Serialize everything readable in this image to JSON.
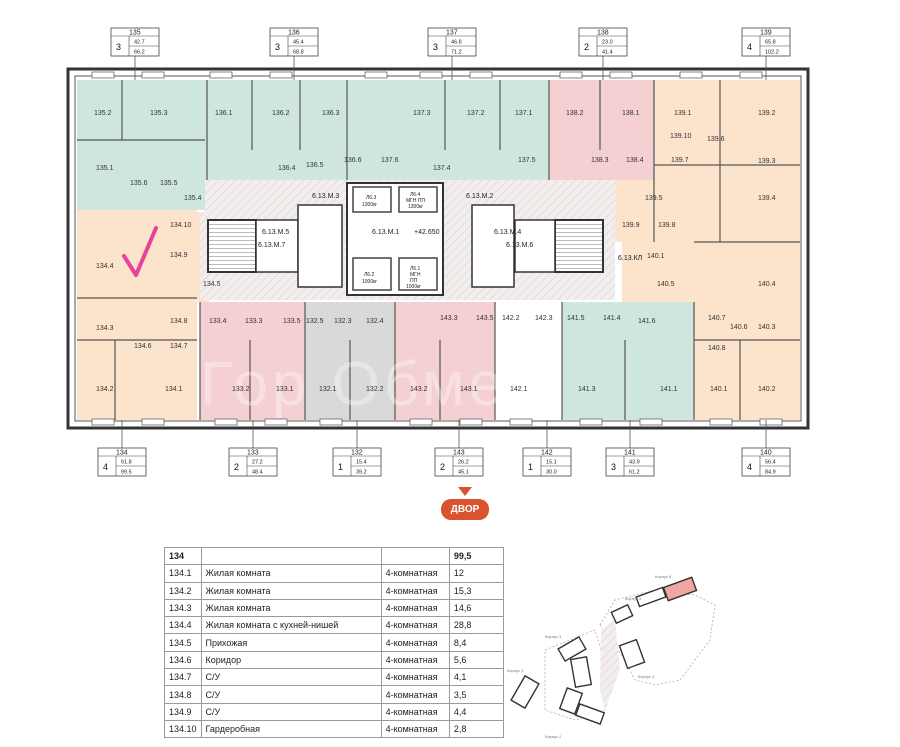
{
  "apartments_top": [
    {
      "id": "135",
      "rooms": "3",
      "living": "42.7",
      "total": "66.2"
    },
    {
      "id": "136",
      "rooms": "3",
      "living": "45.4",
      "total": "68.8"
    },
    {
      "id": "137",
      "rooms": "3",
      "living": "46.8",
      "total": "71.2"
    },
    {
      "id": "138",
      "rooms": "2",
      "living": "23.0",
      "total": "41.4"
    },
    {
      "id": "139",
      "rooms": "4",
      "living": "65.8",
      "total": "102.2"
    }
  ],
  "apartments_bottom": [
    {
      "id": "134",
      "rooms": "4",
      "living": "61.8",
      "total": "99.5"
    },
    {
      "id": "133",
      "rooms": "2",
      "living": "27.2",
      "total": "48.4"
    },
    {
      "id": "132",
      "rooms": "1",
      "living": "15.4",
      "total": "39.2"
    },
    {
      "id": "143",
      "rooms": "2",
      "living": "26.2",
      "total": "45.1"
    },
    {
      "id": "142",
      "rooms": "1",
      "living": "15.1",
      "total": "30.0"
    },
    {
      "id": "141",
      "rooms": "3",
      "living": "43.9",
      "total": "61.2"
    },
    {
      "id": "140",
      "rooms": "4",
      "living": "56.4",
      "total": "84.9"
    }
  ],
  "room_labels": {
    "r135_2": "135.2",
    "r135_3": "135.3",
    "r135_1": "135.1",
    "r135_6": "135.6",
    "r135_5": "135.5",
    "r135_4": "135.4",
    "r136_1": "136.1",
    "r136_2": "136.2",
    "r136_3": "136.3",
    "r136_4": "136.4",
    "r136_6": "136.6",
    "r136_5": "136.5",
    "r137_3": "137.3",
    "r137_2": "137.2",
    "r137_1": "137.1",
    "r137_6": "137.6",
    "r137_4": "137.4",
    "r137_5": "137.5",
    "r138_2": "138.2",
    "r138_1": "138.1",
    "r138_3": "138.3",
    "r138_4": "138.4",
    "r139_1": "139.1",
    "r139_2": "139.2",
    "r139_10": "139.10",
    "r139_6": "139.6",
    "r139_7": "139.7",
    "r139_3": "139.3",
    "r139_5": "139.5",
    "r139_4": "139.4",
    "r139_9": "139.9",
    "r139_8": "139.8",
    "r134_10": "134.10",
    "r134_4": "134.4",
    "r134_9": "134.9",
    "r134_5": "134.5",
    "r134_3": "134.3",
    "r134_8": "134.8",
    "r134_6": "134.6",
    "r134_7": "134.7",
    "r134_2": "134.2",
    "r134_1": "134.1",
    "r133_4": "133.4",
    "r133_3": "133.3",
    "r133_5": "133.5",
    "r133_2": "133.2",
    "r133_1": "133.1",
    "r132_5": "132.5",
    "r132_3": "132.3",
    "r132_4": "132.4",
    "r132_1": "132.1",
    "r132_2": "132.2",
    "r143_3": "143.3",
    "r143_5": "143.5",
    "r143_2": "143.2",
    "r143_1": "143.1",
    "r142_2": "142.2",
    "r142_3": "142.3",
    "r142_1": "142.1",
    "r141_5": "141.5",
    "r141_4": "141.4",
    "r141_6": "141.6",
    "r141_3": "141.3",
    "r141_1": "141.1",
    "r140_1b": "140.1",
    "r140_5": "140.5",
    "r140_4": "140.4",
    "r140_7": "140.7",
    "r140_6": "140.6",
    "r140_3": "140.3",
    "r140_8": "140.8",
    "r140_1": "140.1",
    "r140_2": "140.2"
  },
  "corridor_labels": {
    "m3": "6.13.M.3",
    "m2": "6.13.M.2",
    "m1": "6.13.M.1",
    "m7": "6.13.M.7",
    "m5": "6.13.M.5",
    "m4": "6.13.M.4",
    "m6": "6.13.M.6",
    "kpl": "6.13.КЛ",
    "level": "+42.650"
  },
  "lift_labels": {
    "l3_a": "Л6.3",
    "l3_b": "1300кг",
    "l4_a": "Л6.4",
    "l4_b": "МГН ПП",
    "l4_c": "1300кг",
    "l2_a": "Л6.2",
    "l2_b": "1000кг",
    "l1_a": "Л6.1",
    "l1_b": "МГН",
    "l1_c": "ПП",
    "l1_d": "1000кг"
  },
  "watermark": "Гор Обмен",
  "courtyard_label": "ДВОР",
  "table": {
    "header": {
      "id": "134",
      "total": "99,5"
    },
    "rows": [
      {
        "id": "134.1",
        "name": "Жилая комната",
        "type": "4-комнатная",
        "area": "12"
      },
      {
        "id": "134.2",
        "name": "Жилая комната",
        "type": "4-комнатная",
        "area": "15,3"
      },
      {
        "id": "134.3",
        "name": "Жилая комната",
        "type": "4-комнатная",
        "area": "14,6"
      },
      {
        "id": "134.4",
        "name": "Жилая комната с кухней-нишей",
        "type": "4-комнатная",
        "area": "28,8"
      },
      {
        "id": "134.5",
        "name": "Прихожая",
        "type": "4-комнатная",
        "area": "8,4"
      },
      {
        "id": "134.6",
        "name": "Коридор",
        "type": "4-комнатная",
        "area": "5,6"
      },
      {
        "id": "134.7",
        "name": "С/У",
        "type": "4-комнатная",
        "area": "4,1"
      },
      {
        "id": "134.8",
        "name": "С/У",
        "type": "4-комнатная",
        "area": "3,5"
      },
      {
        "id": "134.9",
        "name": "С/У",
        "type": "4-комнатная",
        "area": "4,4"
      },
      {
        "id": "134.10",
        "name": "Гардеробная",
        "type": "4-комнатная",
        "area": "2,8"
      }
    ]
  },
  "minimap": {
    "k1": "Корпус 1",
    "k2": "Корпус 2",
    "k3": "Корпус 3",
    "k4": "Корпус 4",
    "k5": "Корпус 5",
    "k6": "Корпус 6"
  },
  "colors": {
    "green": "#cfe6dd",
    "pink": "#f5d0d2",
    "peach": "#fbe3cc",
    "grey": "#d9d9d9",
    "checkmark": "#e8439b",
    "courtyard": "#d8532e"
  }
}
